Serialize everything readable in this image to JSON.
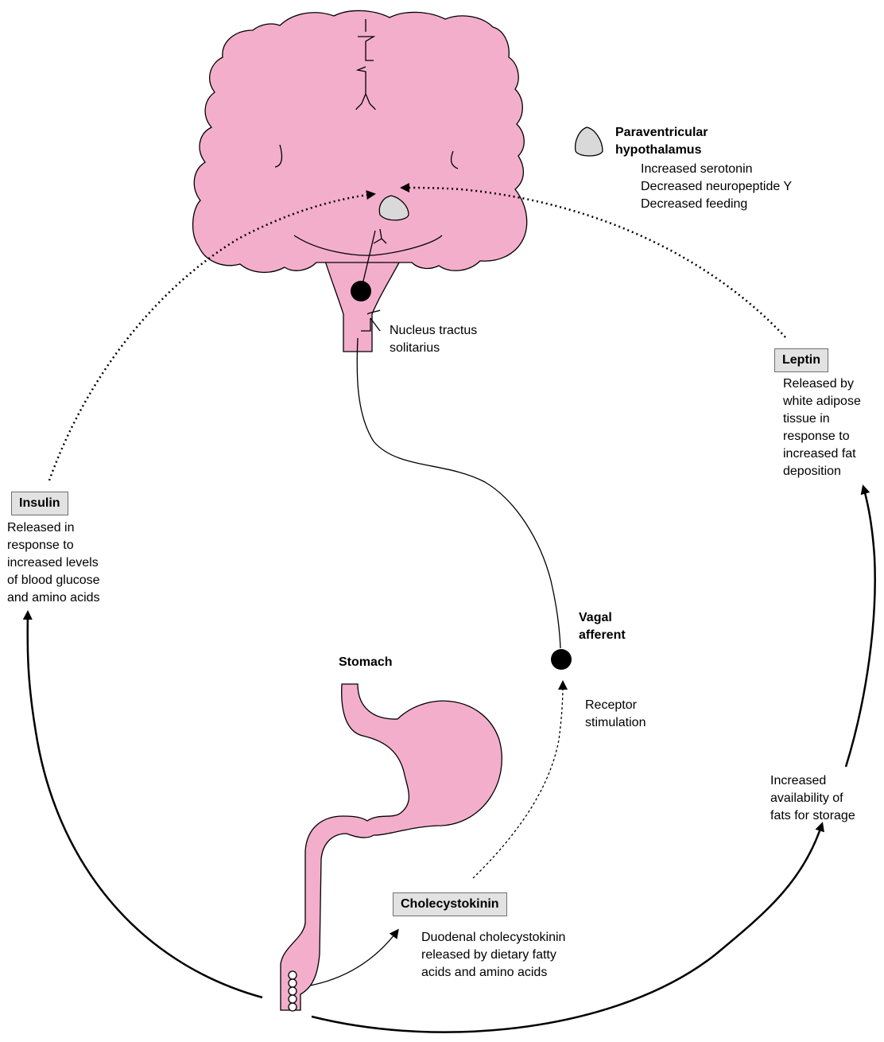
{
  "labels": {
    "pvh_title": [
      "Paraventricular",
      "hypothalamus"
    ],
    "pvh_effects": [
      "Increased serotonin",
      "Decreased neuropeptide Y",
      "Decreased feeding"
    ],
    "nts": [
      "Nucleus tractus",
      "solitarius"
    ],
    "leptin_box": "Leptin",
    "leptin_desc": [
      "Released by",
      "white adipose",
      "tissue in",
      "response to",
      "increased fat",
      "deposition"
    ],
    "insulin_box": "Insulin",
    "insulin_desc": [
      "Released in",
      "response to",
      "increased levels",
      "of blood glucose",
      "and amino acids"
    ],
    "vagal": [
      "Vagal",
      "afferent"
    ],
    "stomach": "Stomach",
    "receptor": [
      "Receptor",
      "stimulation"
    ],
    "fats": [
      "Increased",
      "availability of",
      "fats for storage"
    ],
    "cck_box": "Cholecystokinin",
    "cck_desc": [
      "Duodenal cholecystokinin",
      "released by dietary fatty",
      "acids and amino acids"
    ]
  },
  "colors": {
    "tissue": "#f3aecb",
    "box_fill": "#e2e2e2",
    "nucleus_fill": "#d9d9d9",
    "line": "#000000"
  }
}
